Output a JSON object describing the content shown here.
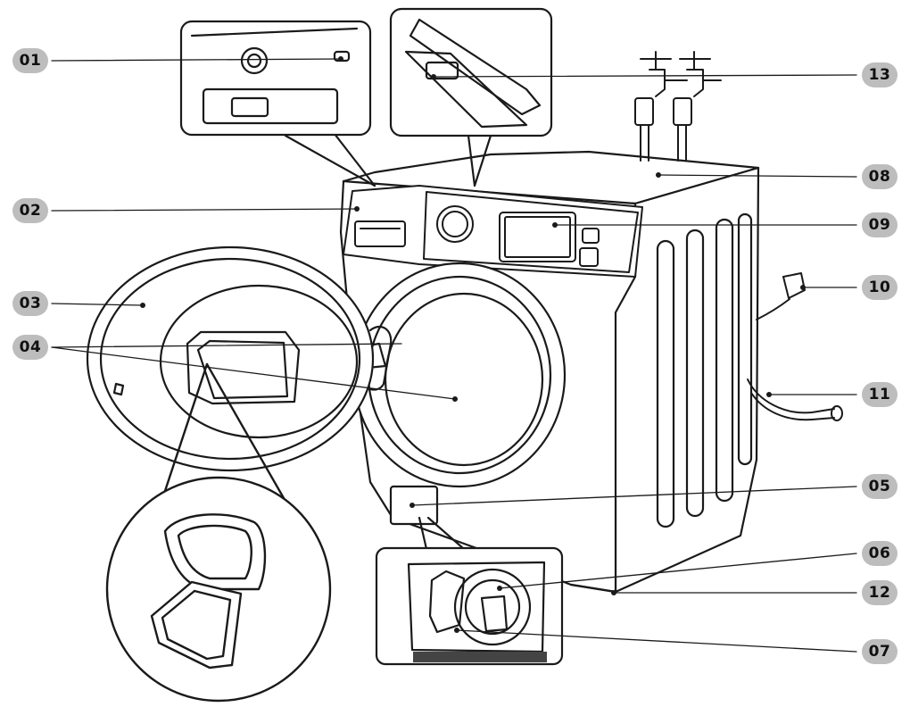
{
  "colors": {
    "badge": "#bdbdbd",
    "line": "#1a1a1a",
    "ink": "#111111"
  },
  "callouts": {
    "c01": "01",
    "c02": "02",
    "c03": "03",
    "c04": "04",
    "c05": "05",
    "c06": "06",
    "c07": "07",
    "c08": "08",
    "c09": "09",
    "c10": "10",
    "c11": "11",
    "c12": "12",
    "c13": "13"
  }
}
